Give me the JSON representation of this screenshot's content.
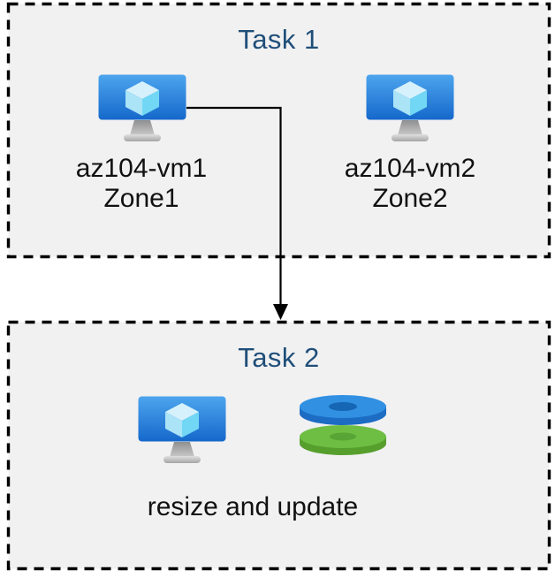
{
  "diagram": {
    "kind": "azure-lab-task-diagram",
    "task1": {
      "title": "Task 1",
      "vms": [
        {
          "name": "az104-vm1",
          "zone": "Zone1",
          "icon": "virtual-machine-icon"
        },
        {
          "name": "az104-vm2",
          "zone": "Zone2",
          "icon": "virtual-machine-icon"
        }
      ]
    },
    "task2": {
      "title": "Task 2",
      "caption": "resize and update",
      "icons": [
        "virtual-machine-icon",
        "stacked-disks-icon"
      ]
    },
    "connector": {
      "type": "down-arrow",
      "from": "az104-vm1",
      "to": "Task 2"
    }
  },
  "colors": {
    "background": "#FFFFFF",
    "box_fill": "#F1F1F2",
    "box_border": "#000000",
    "title_text": "#1F4E79",
    "label_text": "#111111",
    "arrow": "#000000",
    "vm_screen_top": "#4DA5EE",
    "vm_screen_bottom": "#1568CB",
    "cube_top": "#D6F1FC",
    "cube_left": "#ABE3F7",
    "cube_right": "#72D7F5",
    "stand_top": "#8F8F8F",
    "stand_bottom": "#C9C9C9",
    "base_top": "#E0E0E0",
    "base_bottom": "#A5A5A5",
    "disk_blue_top": "#3190E2",
    "disk_blue_side": "#1C6CC4",
    "disk_blue_hole": "#1566B4",
    "disk_green_top": "#6FBE44",
    "disk_green_side": "#569F2D",
    "disk_green_hole": "#58A434"
  }
}
